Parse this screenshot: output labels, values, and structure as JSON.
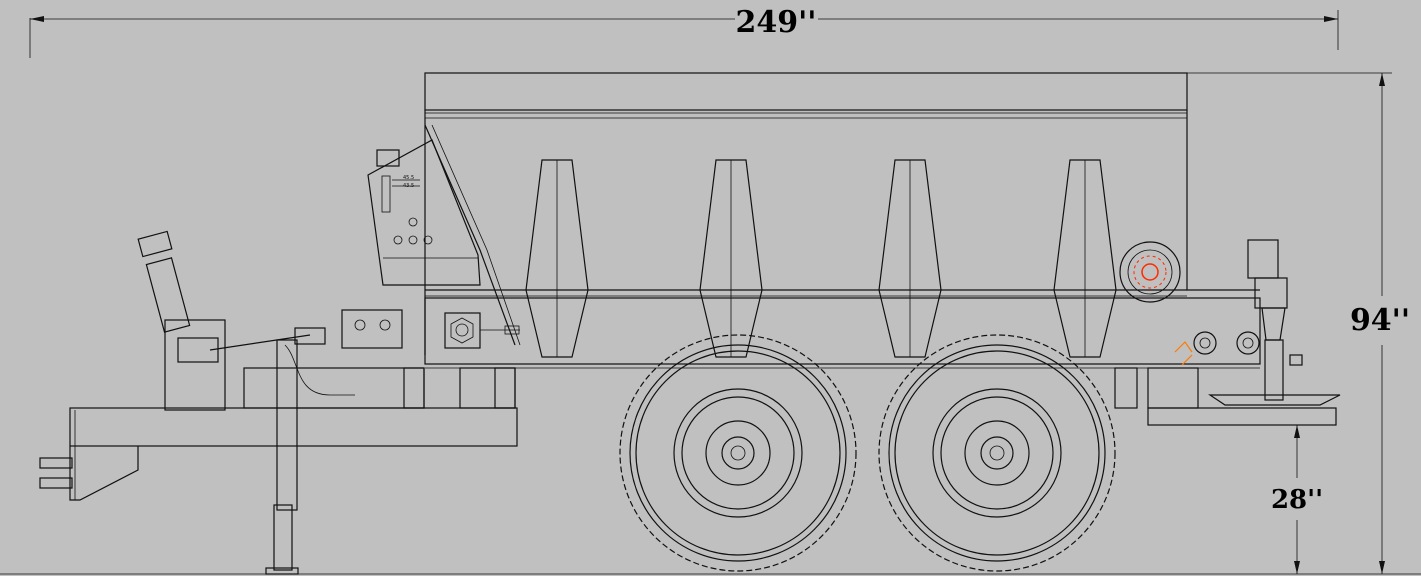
{
  "dimensions": {
    "overall_length": "249''",
    "overall_height": "94''",
    "ground_clearance": "28''"
  },
  "gauge": {
    "mark_upper": "45.5",
    "mark_lower": "43.5"
  },
  "colors": {
    "background": "#c0c0c0",
    "line": "#111111",
    "accent": "#ff2a00",
    "accent_orange": "#ff7a00"
  }
}
